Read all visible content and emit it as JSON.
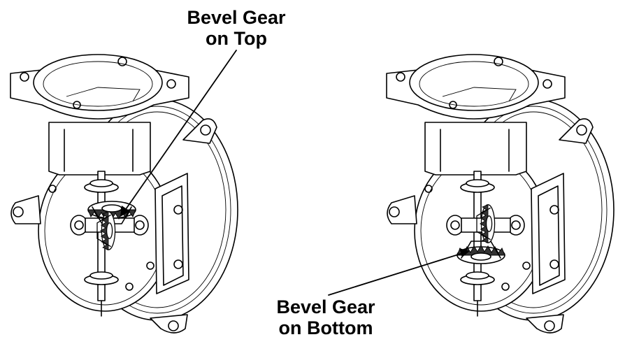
{
  "labels": {
    "top_line1": "Bevel Gear",
    "top_line2": "on Top",
    "bottom_line1": "Bevel Gear",
    "bottom_line2": "on Bottom"
  }
}
